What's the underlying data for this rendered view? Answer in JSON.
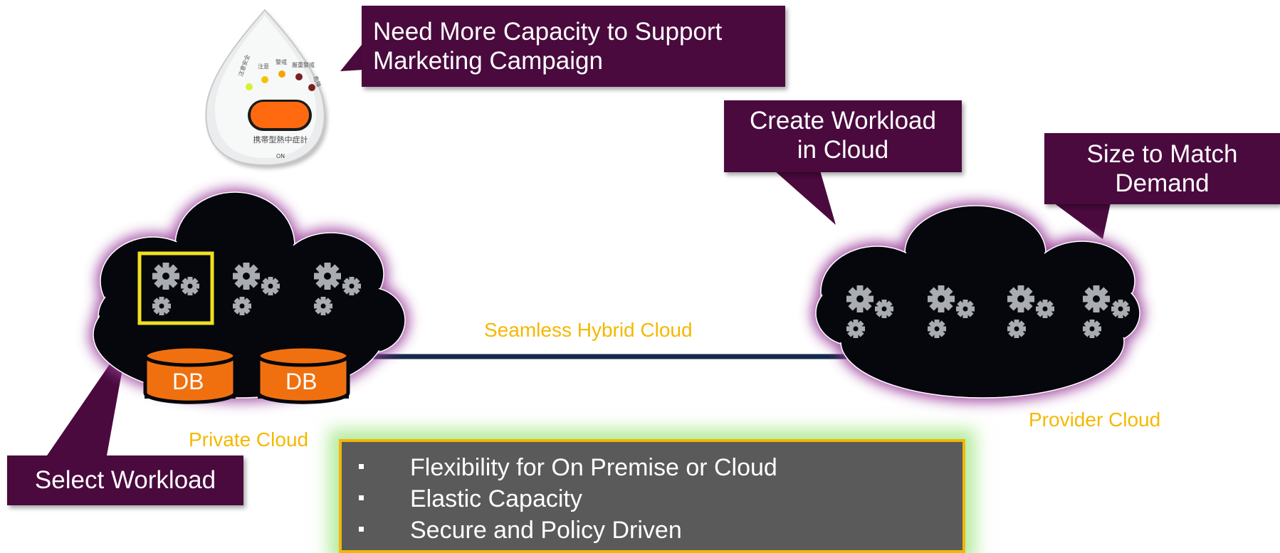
{
  "callouts": {
    "need_capacity": [
      "Need More Capacity to Support",
      "Marketing Campaign"
    ],
    "create_workload": [
      "Create Workload",
      "in Cloud"
    ],
    "size_to_match": [
      "Size to Match",
      "Demand"
    ],
    "select_workload": "Select Workload"
  },
  "labels": {
    "seamless": "Seamless Hybrid Cloud",
    "private_cloud": "Private Cloud",
    "provider_cloud": "Provider Cloud",
    "db": "DB"
  },
  "device_text": {
    "lcd": "携帯型熱中症計",
    "on": "ON",
    "levels": [
      "注意安全",
      "注意",
      "警戒",
      "厳重警戒",
      "危険"
    ]
  },
  "benefits": [
    "Flexibility for On Premise or Cloud",
    "Elastic Capacity",
    "Secure and Policy Driven"
  ],
  "colors": {
    "callout": "#4a0a3e",
    "cloud": "#05070d",
    "cloud_glow": "#9a3b9a",
    "accent_text": "#f5b800",
    "db": "#f07010",
    "gear": "#a9adb2",
    "link": "#142a4a",
    "highlight": "#f0e020",
    "panel": "#5a5a5a",
    "panel_border": "#f2b705"
  }
}
